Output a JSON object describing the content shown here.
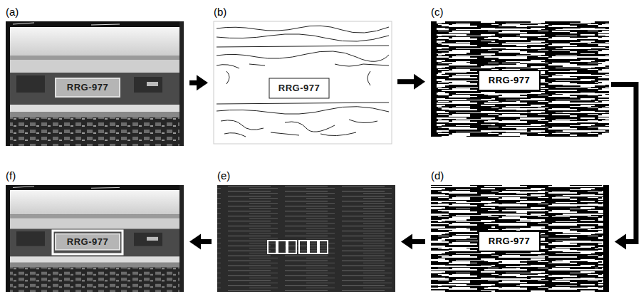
{
  "diagram": {
    "nodes": [
      {
        "text": [
          "(a)",
          "RRG-977"
        ]
      },
      {
        "text": [
          "(b)",
          "RRG-977"
        ]
      },
      {
        "text": [
          "(c)",
          "RRG-977"
        ]
      },
      {
        "text": [
          "(d)",
          "RRG-977"
        ]
      },
      {
        "text": [
          "(e)"
        ]
      },
      {
        "text": [
          "(f)",
          "RRG-977"
        ]
      }
    ],
    "edges": [
      {
        "from": 0,
        "to": 1,
        "arrow": "to"
      },
      {
        "from": 1,
        "to": 2,
        "arrow": "to"
      },
      {
        "from": 2,
        "to": 3,
        "arrow": "to"
      },
      {
        "from": 3,
        "to": 4,
        "arrow": "to"
      },
      {
        "from": 4,
        "to": 5,
        "arrow": "to"
      }
    ]
  }
}
